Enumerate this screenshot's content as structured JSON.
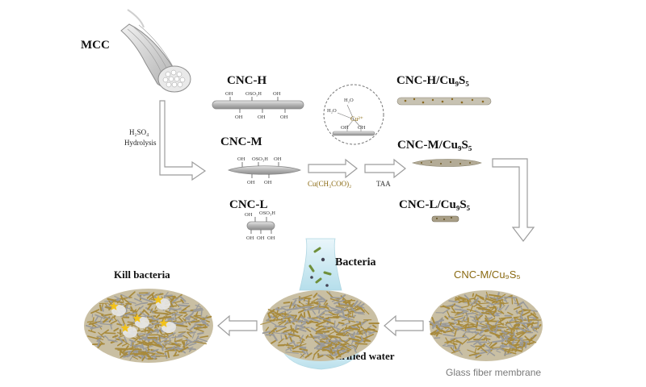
{
  "labels": {
    "mcc": "MCC",
    "hydrolysis_line1": "H₂SO₄",
    "hydrolysis_line2": "Hydrolysis",
    "cnc_h": "CNC-H",
    "cnc_m": "CNC-M",
    "cnc_l": "CNC-L",
    "cnc_h_cu": "CNC-H/Cu₉S₅",
    "cnc_m_cu": "CNC-M/Cu₉S₅",
    "cnc_l_cu": "CNC-L/Cu₉S₅",
    "reagent_cu": "Cu(CH₃COO)₂",
    "reagent_taa": "TAA",
    "membrane_label": "CNC-M/Cu₉S₅",
    "glass_fiber": "Glass fiber membrane",
    "bacteria": "Bacteria",
    "purified_water": "Purified water",
    "kill_bacteria": "Kill bacteria"
  },
  "groups": {
    "oh": "OH",
    "oso3h": "OSO₃H",
    "h2o": "H₂O",
    "cu_ion": "Cu²⁺"
  },
  "colors": {
    "fiber_gold": "#a88a3c",
    "fiber_grey": "#9a9a9a",
    "rod_grey": "#b8b8b8",
    "water_blue": "#bfe3ee",
    "text_gold": "#8a6a12",
    "bacteria_green": "#6f8f3a",
    "killed_yellow": "#f2c21b"
  }
}
